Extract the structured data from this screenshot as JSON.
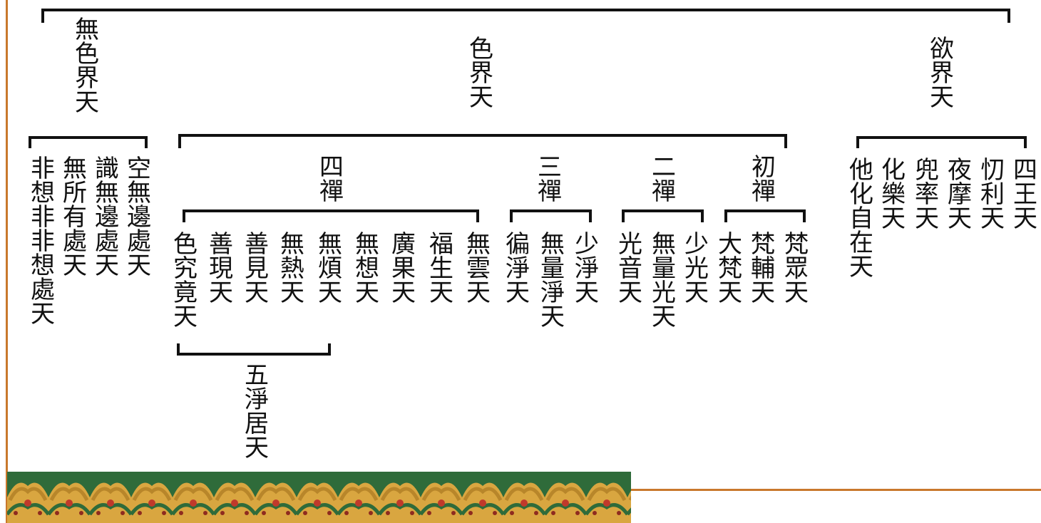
{
  "top": {
    "wuse": "無色界天",
    "se": "色界天",
    "yu": "欲界天"
  },
  "wuse_heavens": [
    "非想非非想處天",
    "無所有處天",
    "識無邊處天",
    "空無邊處天"
  ],
  "chan_labels": {
    "fourth": "四禪",
    "third": "三禪",
    "second": "二禪",
    "first": "初禪"
  },
  "fourth_heavens": [
    "色究竟天",
    "善現天",
    "善見天",
    "無熱天",
    "無煩天",
    "無想天",
    "廣果天",
    "福生天",
    "無雲天"
  ],
  "third_heavens": [
    "徧淨天",
    "無量淨天",
    "少淨天"
  ],
  "second_heavens": [
    "光音天",
    "無量光天",
    "少光天"
  ],
  "first_heavens": [
    "大梵天",
    "梵輔天",
    "梵眾天"
  ],
  "pure_abodes": "五淨居天",
  "yu_heavens": [
    "他化自在天",
    "化樂天",
    "兜率天",
    "夜摩天",
    "忉利天",
    "四王天"
  ],
  "colors": {
    "line": "#111111",
    "frame": "#c9782c",
    "border_a": "#b8862a",
    "border_b": "#2f6b3a",
    "border_c": "#d9a640"
  }
}
